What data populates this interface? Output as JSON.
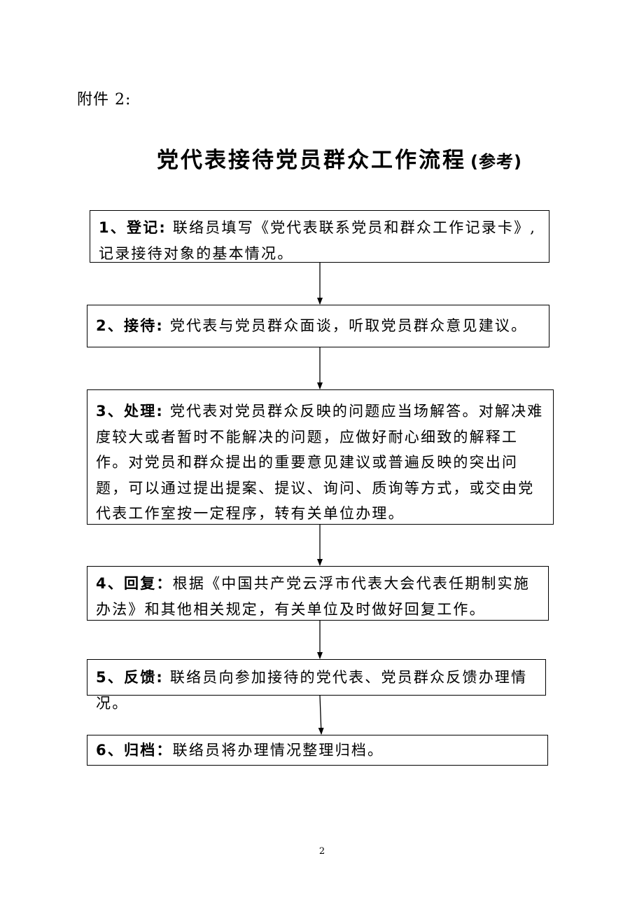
{
  "header": {
    "attachment": "附件 2:"
  },
  "title": {
    "main": "党代表接待党员群众工作流程",
    "sub": "(参考)"
  },
  "steps": [
    {
      "label": "1、登记:",
      "text": " 联络员填写《党代表联系党员和群众工作记录卡》,记录接待对象的基本情况。"
    },
    {
      "label": "2、接待:",
      "text": " 党代表与党员群众面谈，听取党员群众意见建议。"
    },
    {
      "label": "3、处理:",
      "text": " 党代表对党员群众反映的问题应当场解答。对解决难度较大或者暂时不能解决的问题，应做好耐心细致的解释工作。对党员和群众提出的重要意见建议或普遍反映的突出问题，可以通过提出提案、提议、询问、质询等方式，或交由党代表工作室按一定程序，转有关单位办理。"
    },
    {
      "label": "4、回复：",
      "text": "根据《中国共产党云浮市代表大会代表任期制实施办法》和其他相关规定，有关单位及时做好回复工作。"
    },
    {
      "label": "5、反馈:",
      "text": " 联络员向参加接待的党代表、党员群众反馈办理情况。"
    },
    {
      "label": "6、归档：",
      "text": "联络员将办理情况整理归档。"
    }
  ],
  "footer": {
    "page_number": "2"
  }
}
